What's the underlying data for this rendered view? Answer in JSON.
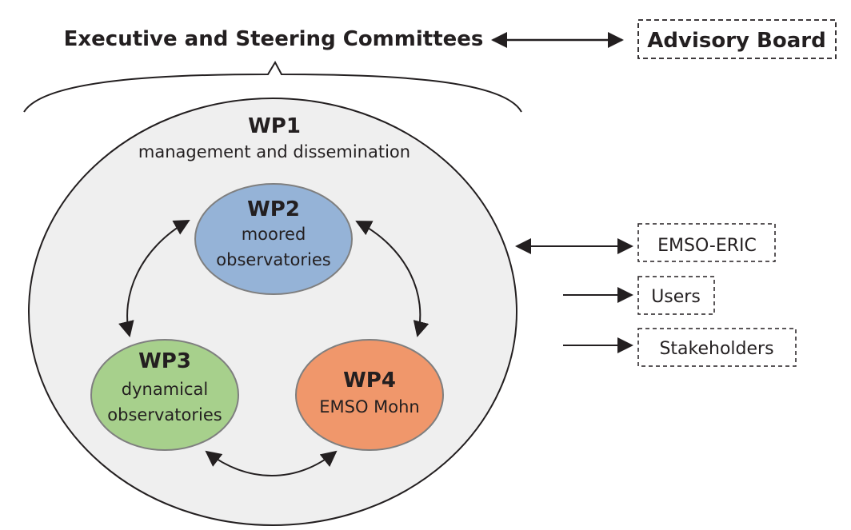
{
  "header": {
    "committees_label": "Executive and Steering Committees",
    "advisory_board_label": "Advisory Board"
  },
  "work_packages": [
    {
      "id": "WP1",
      "description": "management and dissemination",
      "color": "#efefef"
    },
    {
      "id": "WP2",
      "line1": "moored",
      "line2": "observatories",
      "color": "#95b3d7"
    },
    {
      "id": "WP3",
      "line1": "dynamical",
      "line2": "observatories",
      "color": "#a7d08c"
    },
    {
      "id": "WP4",
      "line1": "EMSO Mohn",
      "color": "#f0976b"
    }
  ],
  "external": [
    {
      "label": "EMSO-ERIC",
      "relation": "bidirectional"
    },
    {
      "label": "Users",
      "relation": "outgoing"
    },
    {
      "label": "Stakeholders",
      "relation": "outgoing"
    }
  ],
  "colors": {
    "stroke": "#231f20",
    "ellipse_border": "#7f7f7f"
  }
}
